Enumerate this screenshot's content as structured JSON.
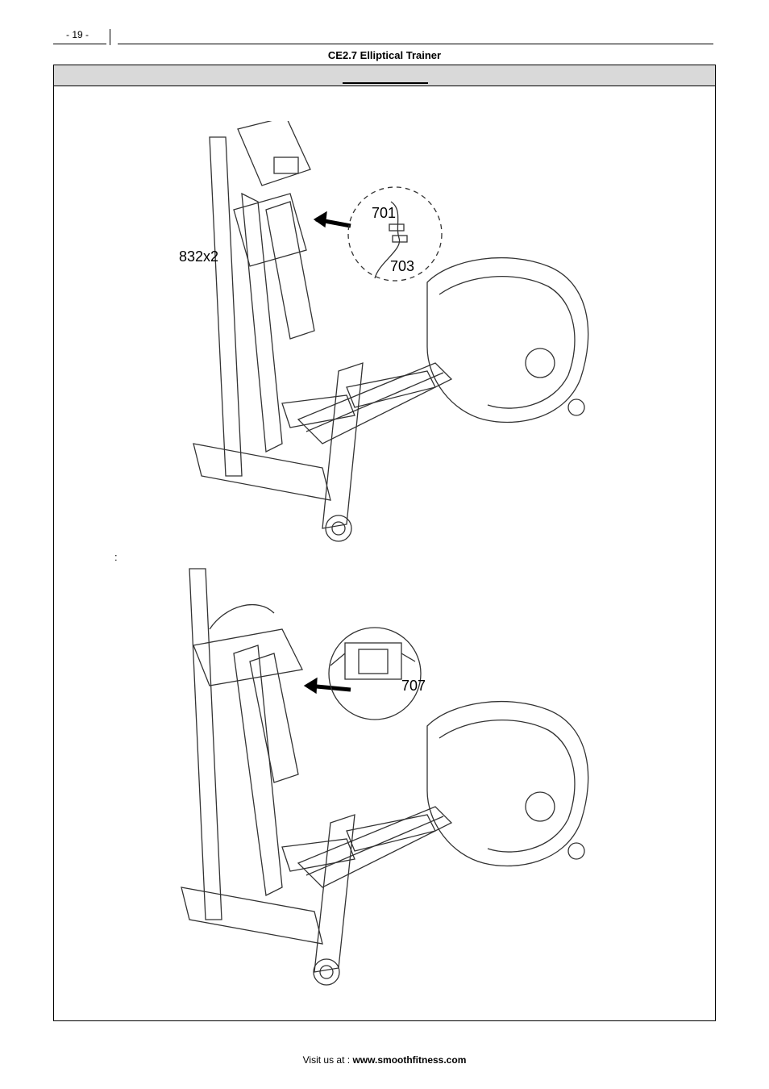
{
  "header": {
    "page_number": "- 19 -",
    "title": "CE2.7 Elliptical Trainer"
  },
  "section": {
    "colon": ":"
  },
  "figure1": {
    "labels": {
      "bolt": "832x2",
      "cable_a": "701",
      "cable_b": "703"
    }
  },
  "figure2": {
    "labels": {
      "part": "707"
    }
  },
  "footer": {
    "prefix": "Visit us at : ",
    "url": "www.smoothfitness.com"
  },
  "icons": [
    "elliptical-trainer-icon",
    "arrow-left-icon",
    "cable-connector-icon",
    "console-icon"
  ]
}
